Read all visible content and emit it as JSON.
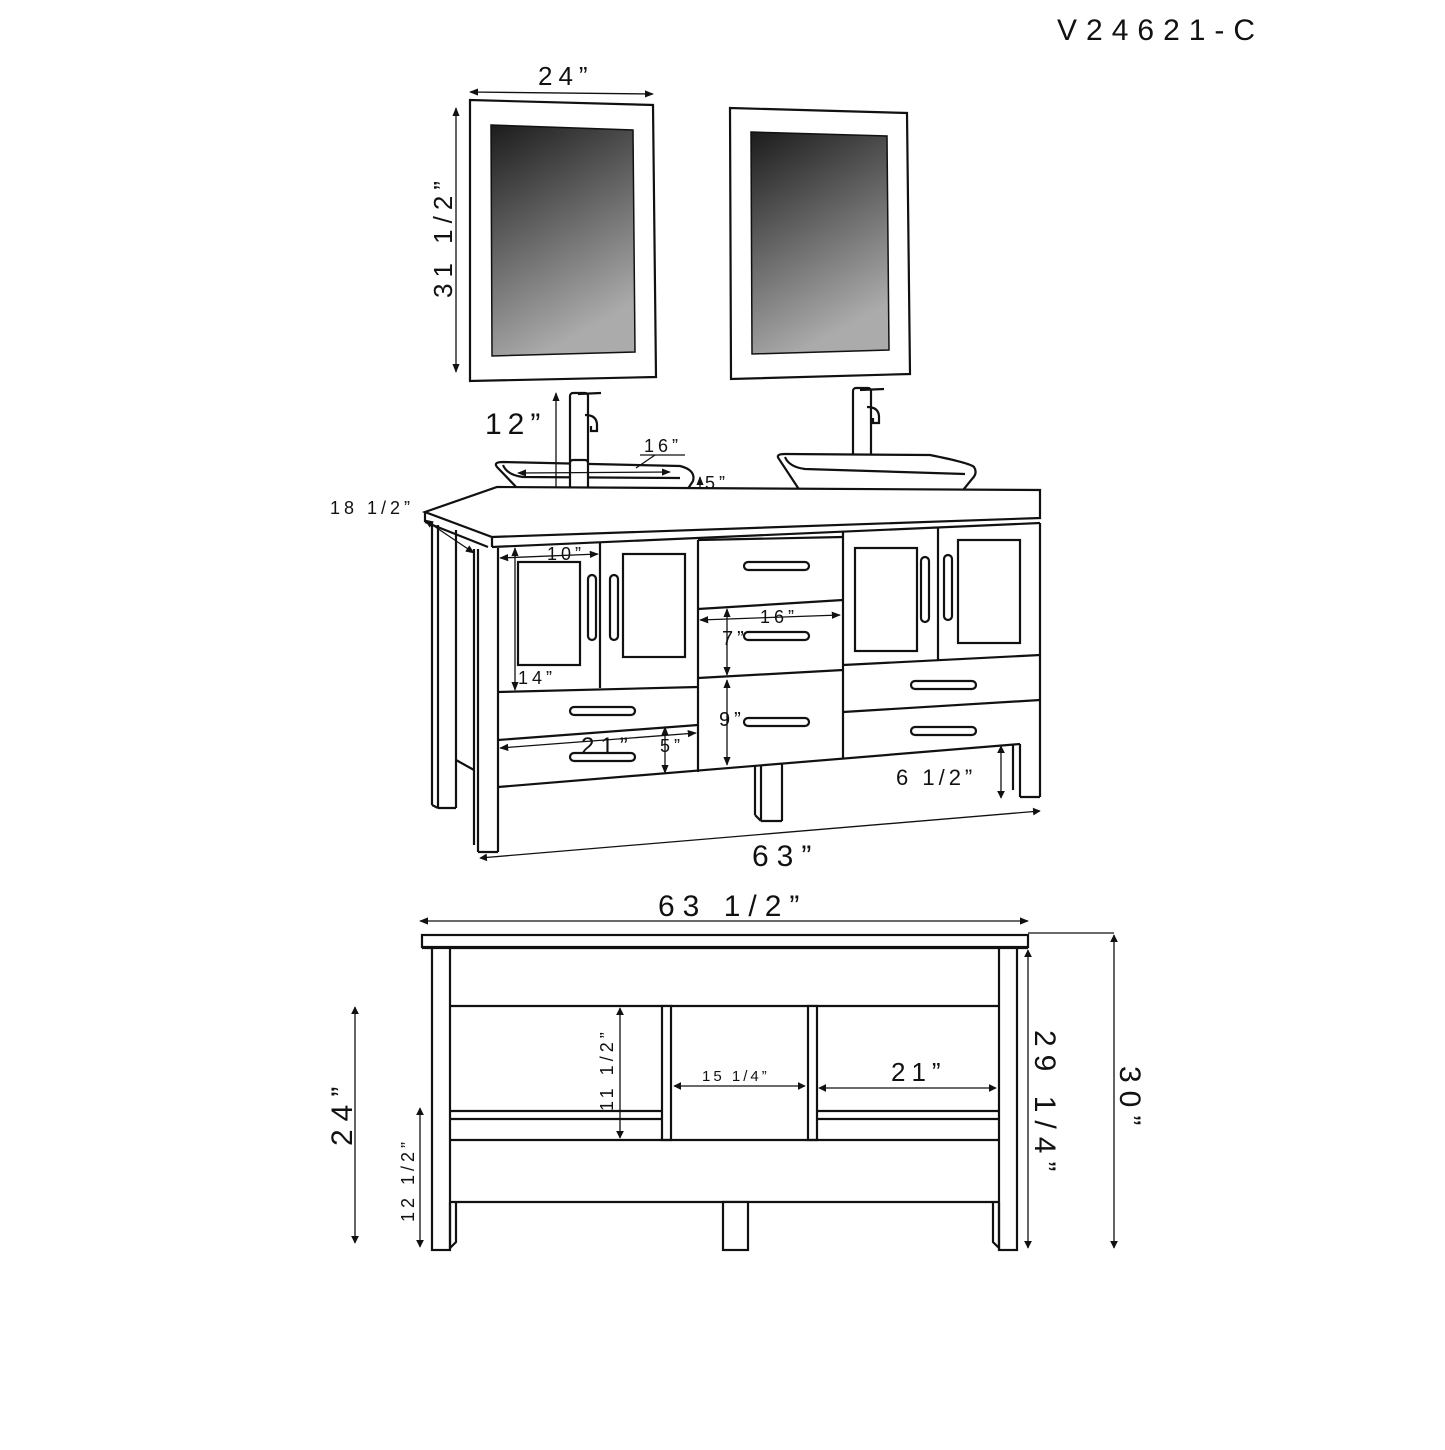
{
  "title": {
    "model_number": "V24621-C"
  },
  "colors": {
    "line": "#111111",
    "background": "#ffffff",
    "mirror_dark": "#1e1e1e",
    "mirror_light": "#a8a8a8"
  },
  "perspective_view": {
    "mirror": {
      "width_label": "24”",
      "height_label": "31 1/2”"
    },
    "faucet_height_label": "12”",
    "sink": {
      "width_label": "16”",
      "height_label": "5”"
    },
    "countertop_depth_label": "18 1/2”",
    "door_width_label": "10”",
    "door_height_label": "14”",
    "center_drawer_width_label": "16”",
    "center_drawer_height_label": "7”",
    "center_bottom_drawer_height_label": "9”",
    "side_drawer_width_label": "21”",
    "side_drawer_height_label": "5”",
    "leg_clearance_label": "6 1/2”",
    "cabinet_width_label": "63”"
  },
  "front_view": {
    "top_width_label": "63 1/2”",
    "inner_height_label": "29 1/4”",
    "total_height_label": "30”",
    "base_height_label": "24”",
    "shelf_height_label": "12 1/2”",
    "compartment_height_label": "11 1/2”",
    "center_opening_label": "15 1/4”",
    "side_opening_label": "21”"
  }
}
